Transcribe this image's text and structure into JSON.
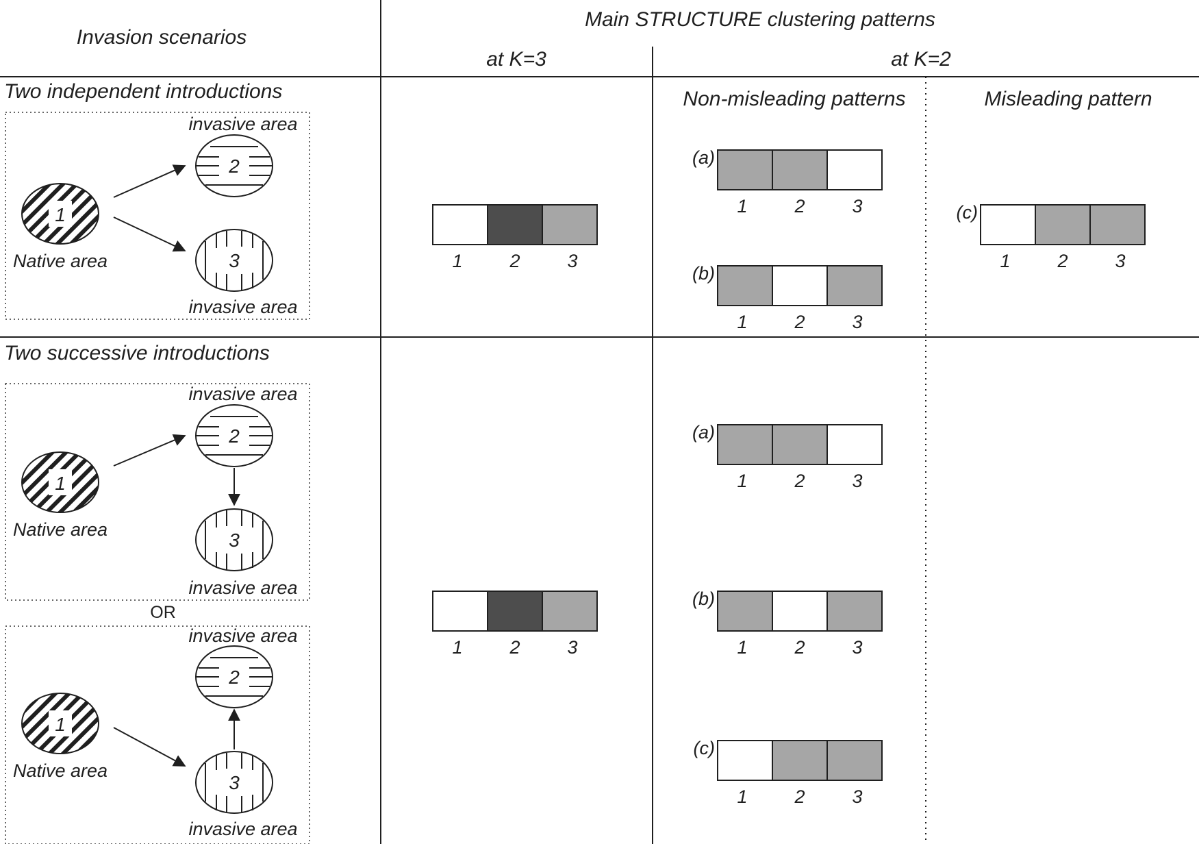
{
  "headers": {
    "scenarios": "Invasion scenarios",
    "main": "Main STRUCTURE clustering patterns",
    "k3": "at K=3",
    "k2": "at K=2",
    "non_misleading": "Non-misleading patterns",
    "misleading": "Misleading pattern"
  },
  "scenarios": {
    "independent_title": "Two independent introductions",
    "successive_title": "Two successive introductions",
    "or_label": "OR",
    "native_label": "Native area",
    "invasive_label": "invasive area",
    "pop_labels": [
      "1",
      "2",
      "3"
    ]
  },
  "colors": {
    "white": "#ffffff",
    "dark_gray": "#4d4d4d",
    "light_gray": "#a6a6a6",
    "line": "#1f1f1f"
  },
  "patterns": {
    "k3": [
      {
        "label": "",
        "fills": [
          "white",
          "dark_gray",
          "light_gray"
        ],
        "ticks": [
          "1",
          "2",
          "3"
        ]
      }
    ],
    "non_misleading": [
      {
        "label": "(a)",
        "fills": [
          "light_gray",
          "light_gray",
          "white"
        ],
        "ticks": [
          "1",
          "2",
          "3"
        ]
      },
      {
        "label": "(b)",
        "fills": [
          "light_gray",
          "white",
          "light_gray"
        ],
        "ticks": [
          "1",
          "2",
          "3"
        ]
      }
    ],
    "misleading": [
      {
        "label": "(c)",
        "fills": [
          "white",
          "light_gray",
          "light_gray"
        ],
        "ticks": [
          "1",
          "2",
          "3"
        ]
      }
    ],
    "successive_non_misleading": [
      {
        "label": "(a)",
        "fills": [
          "light_gray",
          "light_gray",
          "white"
        ],
        "ticks": [
          "1",
          "2",
          "3"
        ]
      },
      {
        "label": "(b)",
        "fills": [
          "light_gray",
          "white",
          "light_gray"
        ],
        "ticks": [
          "1",
          "2",
          "3"
        ]
      },
      {
        "label": "(c)",
        "fills": [
          "white",
          "light_gray",
          "light_gray"
        ],
        "ticks": [
          "1",
          "2",
          "3"
        ]
      }
    ]
  }
}
